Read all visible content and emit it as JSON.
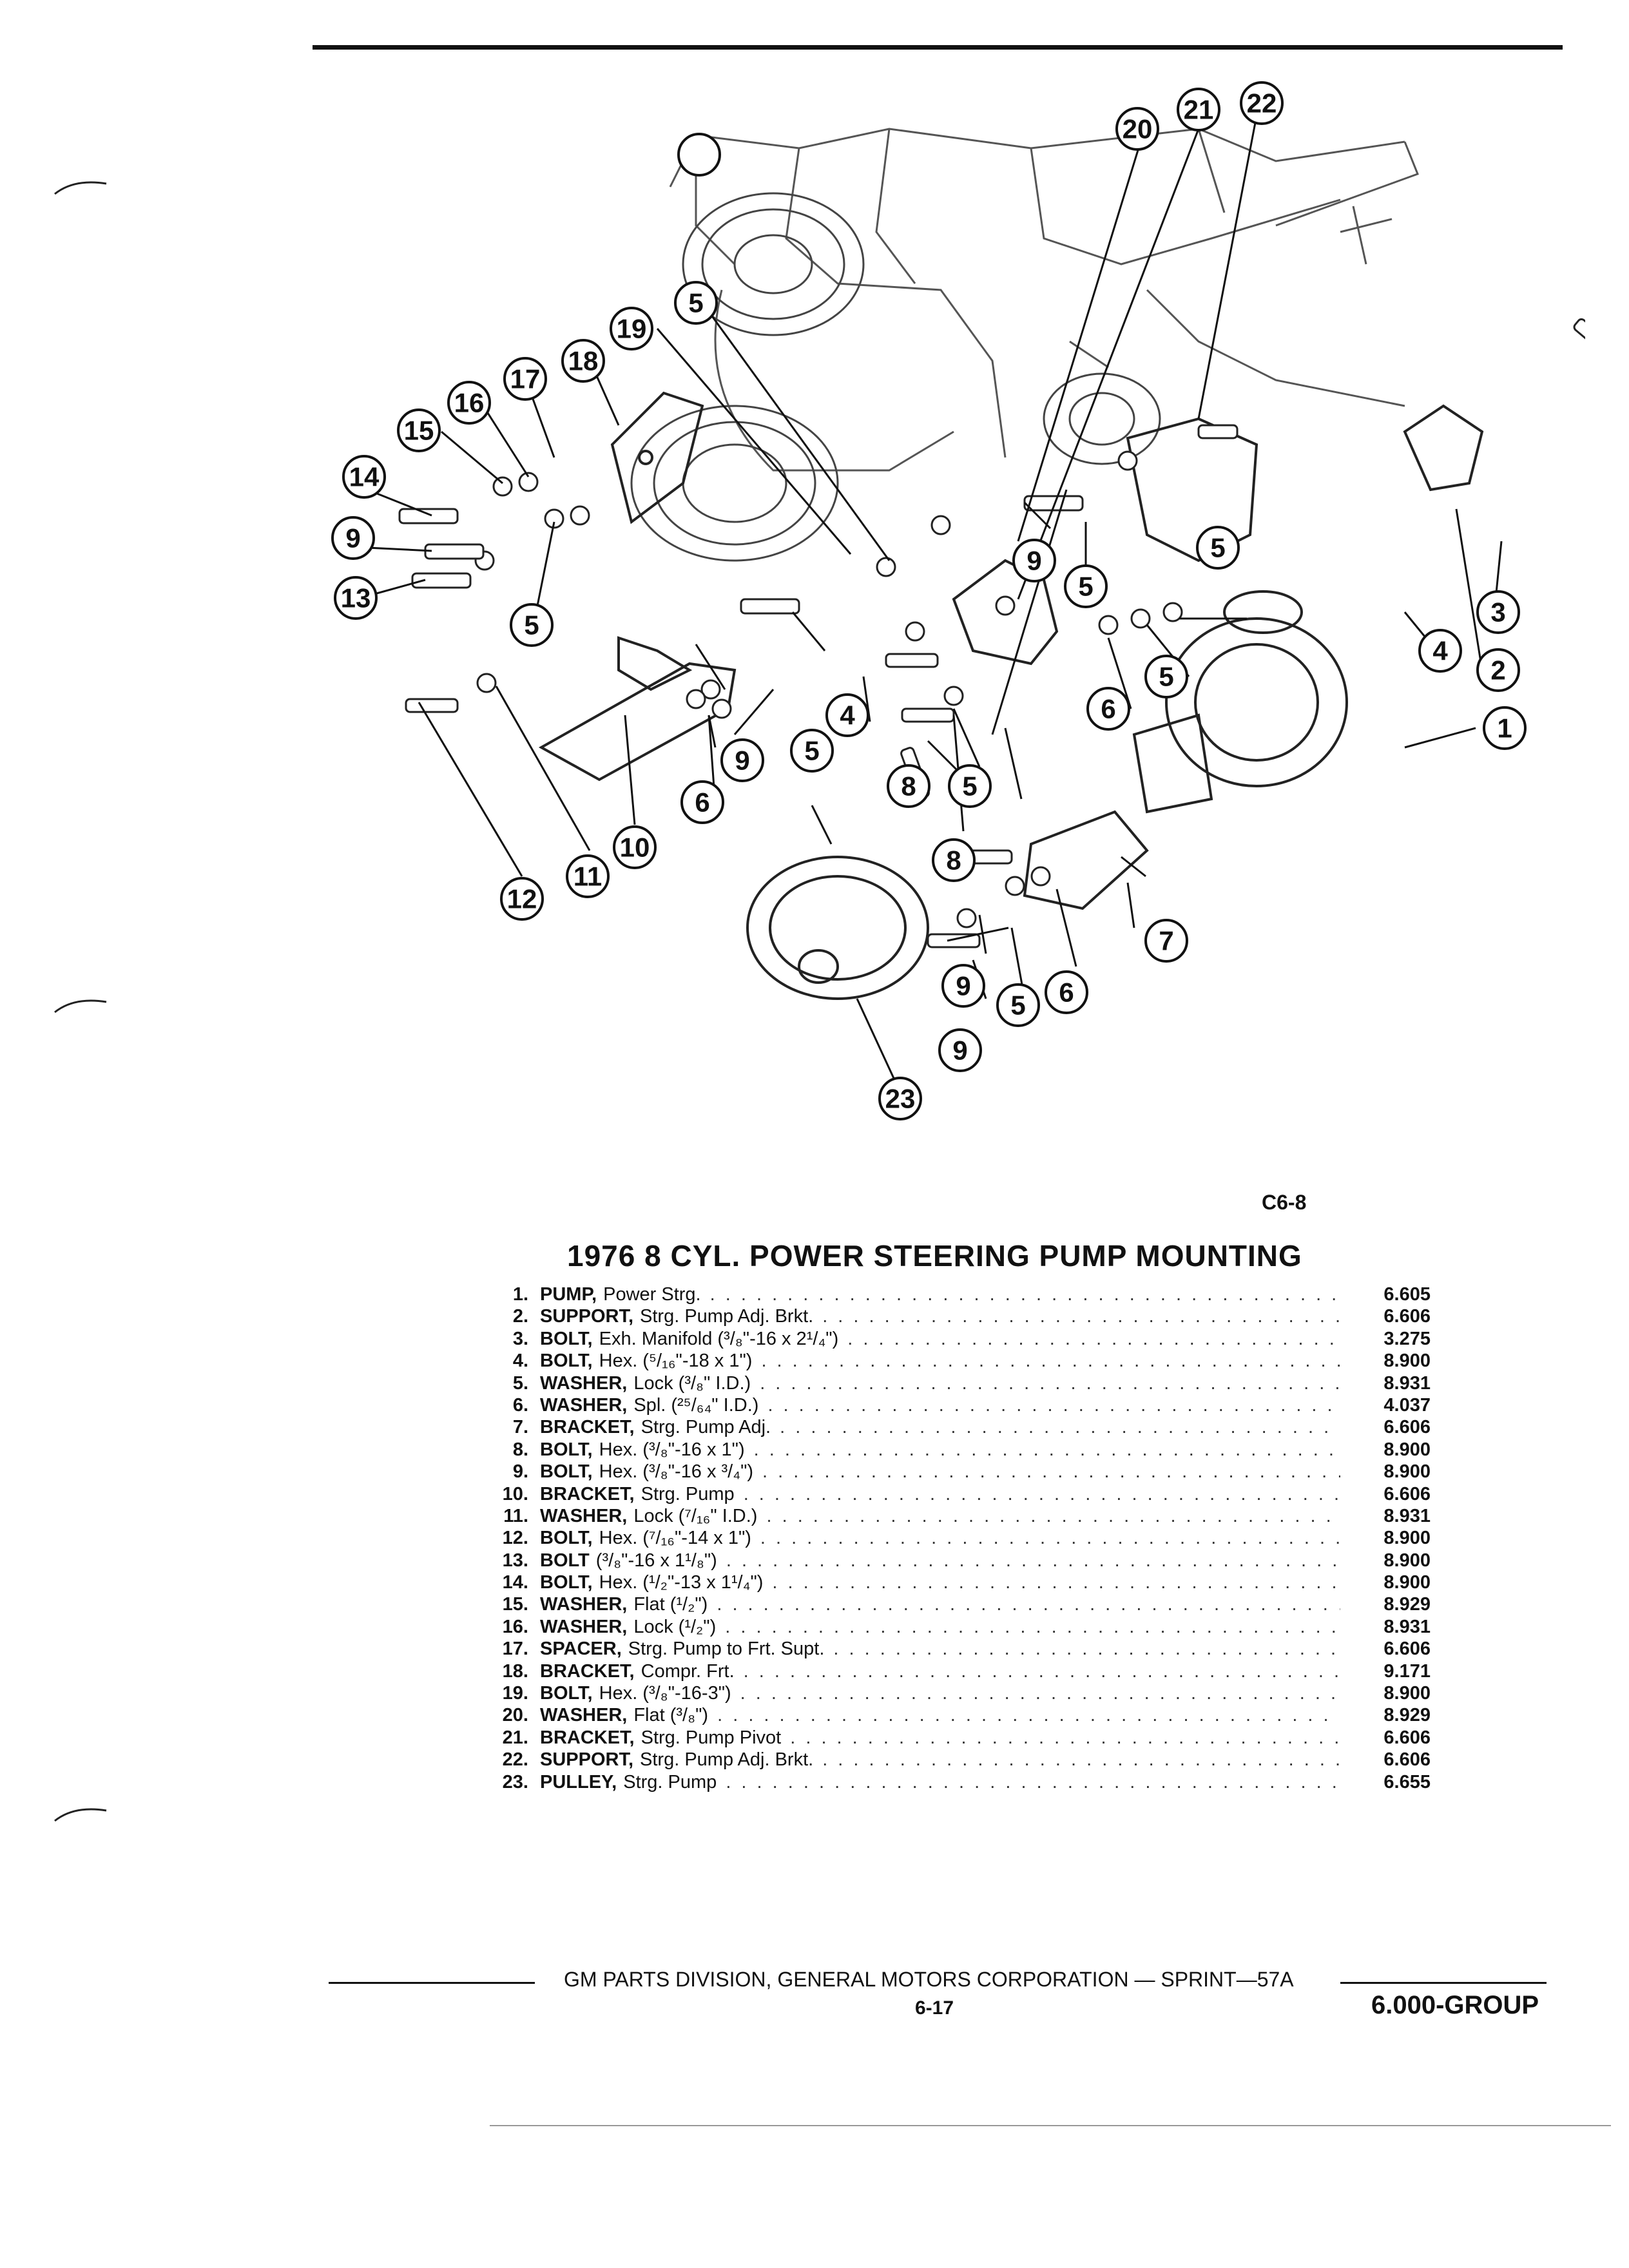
{
  "figure": {
    "code": "C6-8",
    "callouts": [
      "1",
      "2",
      "3",
      "4",
      "5",
      "6",
      "7",
      "8",
      "9",
      "10",
      "11",
      "12",
      "13",
      "14",
      "15",
      "16",
      "17",
      "18",
      "19",
      "20",
      "21",
      "22",
      "23"
    ]
  },
  "title": "1976  8 CYL. POWER STEERING PUMP MOUNTING",
  "parts": [
    {
      "num": "1.",
      "name": "PUMP,",
      "desc": "Power Strg.",
      "code": "6.605"
    },
    {
      "num": "2.",
      "name": "SUPPORT,",
      "desc": "Strg. Pump Adj. Brkt.",
      "code": "6.606"
    },
    {
      "num": "3.",
      "name": "BOLT,",
      "desc": "Exh. Manifold (³/₈\"-16 x 2¹/₄\")",
      "code": "3.275"
    },
    {
      "num": "4.",
      "name": "BOLT,",
      "desc": "Hex. (⁵/₁₆\"-18 x 1\")",
      "code": "8.900"
    },
    {
      "num": "5.",
      "name": "WASHER,",
      "desc": "Lock (³/₈\" I.D.)",
      "code": "8.931"
    },
    {
      "num": "6.",
      "name": "WASHER,",
      "desc": "Spl. (²⁵/₆₄\" I.D.)",
      "code": "4.037"
    },
    {
      "num": "7.",
      "name": "BRACKET,",
      "desc": "Strg. Pump Adj.",
      "code": "6.606"
    },
    {
      "num": "8.",
      "name": "BOLT,",
      "desc": "Hex. (³/₈\"-16 x 1\")",
      "code": "8.900"
    },
    {
      "num": "9.",
      "name": "BOLT,",
      "desc": "Hex. (³/₈\"-16 x ³/₄\")",
      "code": "8.900"
    },
    {
      "num": "10.",
      "name": "BRACKET,",
      "desc": "Strg. Pump",
      "code": "6.606"
    },
    {
      "num": "11.",
      "name": "WASHER,",
      "desc": "Lock (⁷/₁₆\" I.D.)",
      "code": "8.931"
    },
    {
      "num": "12.",
      "name": "BOLT,",
      "desc": "Hex. (⁷/₁₆\"-14 x 1\")",
      "code": "8.900"
    },
    {
      "num": "13.",
      "name": "BOLT",
      "desc": "(³/₈\"-16 x 1¹/₈\")",
      "code": "8.900"
    },
    {
      "num": "14.",
      "name": "BOLT,",
      "desc": "Hex. (¹/₂\"-13 x 1¹/₄\")",
      "code": "8.900"
    },
    {
      "num": "15.",
      "name": "WASHER,",
      "desc": "Flat (¹/₂\")",
      "code": "8.929"
    },
    {
      "num": "16.",
      "name": "WASHER,",
      "desc": "Lock (¹/₂\")",
      "code": "8.931"
    },
    {
      "num": "17.",
      "name": "SPACER,",
      "desc": "Strg. Pump to Frt. Supt.",
      "code": "6.606"
    },
    {
      "num": "18.",
      "name": "BRACKET,",
      "desc": "Compr. Frt.",
      "code": "9.171"
    },
    {
      "num": "19.",
      "name": "BOLT,",
      "desc": "Hex. (³/₈\"-16-3\")",
      "code": "8.900"
    },
    {
      "num": "20.",
      "name": "WASHER,",
      "desc": "Flat (³/₈\")",
      "code": "8.929"
    },
    {
      "num": "21.",
      "name": "BRACKET,",
      "desc": "Strg. Pump Pivot",
      "code": "6.606"
    },
    {
      "num": "22.",
      "name": "SUPPORT,",
      "desc": "Strg. Pump Adj. Brkt.",
      "code": "6.606"
    },
    {
      "num": "23.",
      "name": "PULLEY,",
      "desc": "Strg. Pump",
      "code": "6.655"
    }
  ],
  "footer": {
    "text": "GM PARTS DIVISION, GENERAL MOTORS CORPORATION — SPRINT—57A",
    "page": "6-17",
    "group": "6.000-GROUP"
  }
}
